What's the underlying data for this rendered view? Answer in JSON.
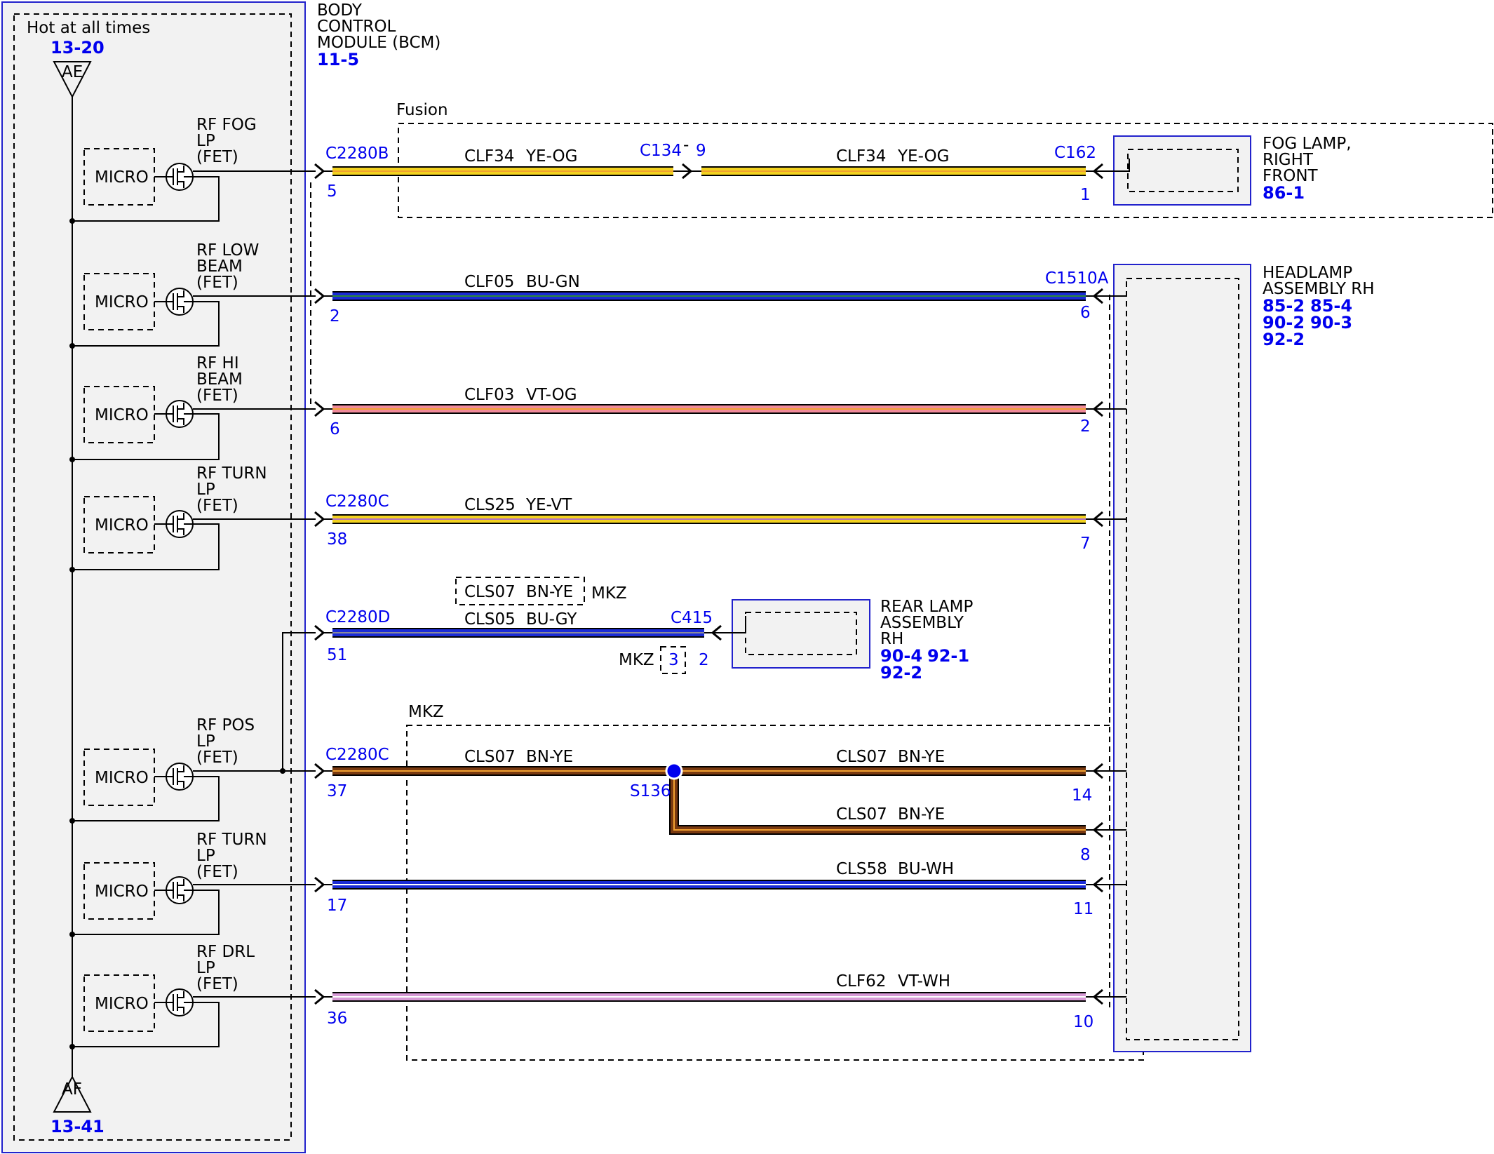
{
  "bcm": {
    "title_lines": [
      "BODY",
      "CONTROL",
      "MODULE (BCM)"
    ],
    "ref": "11-5",
    "hot_label": "Hot at all times",
    "top_ref": "13-20",
    "top_terminal": "AE",
    "bottom_terminal": "AF",
    "bottom_ref": "13-41",
    "micro_label": "MICRO",
    "outputs": [
      {
        "lines": [
          "RF FOG",
          "LP",
          "(FET)"
        ]
      },
      {
        "lines": [
          "RF LOW",
          "BEAM",
          "(FET)"
        ]
      },
      {
        "lines": [
          "RF HI",
          "BEAM",
          "(FET)"
        ]
      },
      {
        "lines": [
          "RF TURN",
          "LP",
          "(FET)"
        ]
      },
      {
        "lines": [
          "RF POS",
          "LP",
          "(FET)"
        ]
      },
      {
        "lines": [
          "RF TURN",
          "LP",
          "(FET)"
        ]
      },
      {
        "lines": [
          "RF DRL",
          "LP",
          "(FET)"
        ]
      }
    ]
  },
  "zones": {
    "fusion": "Fusion",
    "mkz": "MKZ",
    "mkz_inline": "MKZ",
    "mkz_alt_circuit": "CLS07",
    "mkz_alt_color": "BN-YE",
    "mkz_pin": "3"
  },
  "connectors": {
    "c2280b": "C2280B",
    "c2280c_1": "C2280C",
    "c2280d": "C2280D",
    "c2280c_2": "C2280C",
    "c134": "C134",
    "c134_pin": "9",
    "c162": "C162",
    "c1510a": "C1510A",
    "c415": "C415",
    "splice": "S136"
  },
  "wires": [
    {
      "circuit": "CLF34",
      "color": "YE-OG",
      "pin_left": "5"
    },
    {
      "circuit": "CLF34",
      "color": "YE-OG",
      "pin_right": "1"
    },
    {
      "circuit": "CLF05",
      "color": "BU-GN",
      "pin_left": "2",
      "pin_right": "6"
    },
    {
      "circuit": "CLF03",
      "color": "VT-OG",
      "pin_left": "6",
      "pin_right": "2"
    },
    {
      "circuit": "CLS25",
      "color": "YE-VT",
      "pin_left": "38",
      "pin_right": "7"
    },
    {
      "circuit": "CLS05",
      "color": "BU-GY",
      "pin_left": "51",
      "pin_right": "2"
    },
    {
      "circuit": "CLS07",
      "color": "BN-YE",
      "pin_left": "37"
    },
    {
      "circuit": "CLS07",
      "color": "BN-YE",
      "pin_right": "14"
    },
    {
      "circuit": "CLS07",
      "color": "BN-YE",
      "pin_right": "8"
    },
    {
      "circuit": "CLS58",
      "color": "BU-WH",
      "pin_left": "17",
      "pin_right": "11"
    },
    {
      "circuit": "CLF62",
      "color": "VT-WH",
      "pin_left": "36",
      "pin_right": "10"
    }
  ],
  "components": {
    "fog_lamp": {
      "lines": [
        "FOG LAMP,",
        "RIGHT",
        "FRONT"
      ],
      "refs": [
        "86-1"
      ]
    },
    "headlamp": {
      "lines": [
        "HEADLAMP",
        "ASSEMBLY RH"
      ],
      "refs": [
        "85-2",
        "85-4",
        "90-2",
        "90-3",
        "92-2"
      ]
    },
    "rear_lamp": {
      "lines": [
        "REAR LAMP",
        "ASSEMBLY",
        "RH"
      ],
      "refs": [
        "90-4",
        "92-1",
        "92-2"
      ]
    }
  },
  "colors": {
    "module_border": "#2222cc",
    "module_fill": "#f2f2f2",
    "yellow": "#f2d21f",
    "blue": "#1a2bd6",
    "pink": "#f08a9a",
    "brown": "#7a3a10",
    "orange": "#f0a030",
    "violet": "#d79ad6",
    "white_stripe": "#ffffff",
    "splice": "#0000ee"
  }
}
